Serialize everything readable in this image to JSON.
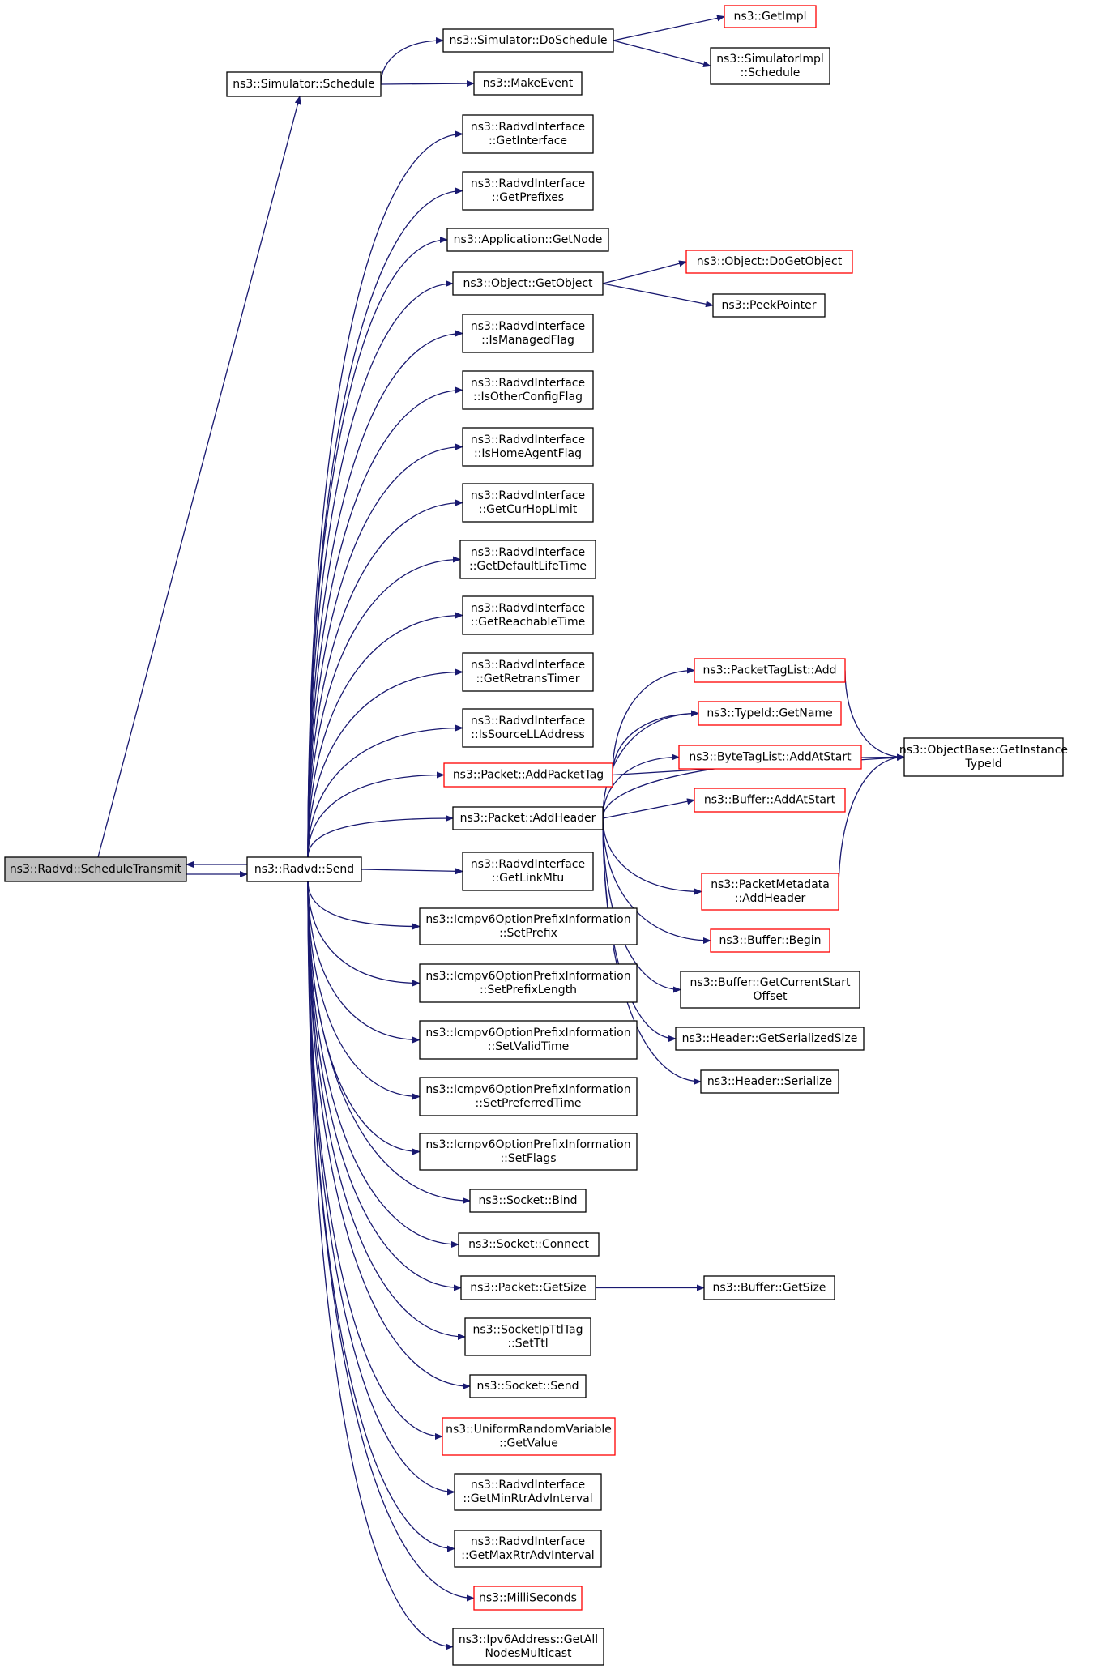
{
  "colors": {
    "edge": "#191970",
    "box_border": "#000000",
    "box_border_truncated": "#ff0000",
    "root_fill": "#bfbfbf",
    "node_fill": "#ffffff"
  },
  "nodes": [
    {
      "id": "schedule-transmit",
      "lines": [
        "ns3::Radvd::ScheduleTransmit"
      ],
      "root": true
    },
    {
      "id": "radvd-send",
      "lines": [
        "ns3::Radvd::Send"
      ]
    },
    {
      "id": "simulator-schedule",
      "lines": [
        "ns3::Simulator::Schedule"
      ]
    },
    {
      "id": "simulator-doschedule",
      "lines": [
        "ns3::Simulator::DoSchedule"
      ]
    },
    {
      "id": "getimpl",
      "lines": [
        "ns3::GetImpl"
      ],
      "truncated": true
    },
    {
      "id": "simulatorimpl-schedule",
      "lines": [
        "ns3::SimulatorImpl",
        "::Schedule"
      ]
    },
    {
      "id": "makeevent",
      "lines": [
        "ns3::MakeEvent"
      ]
    },
    {
      "id": "getinterface",
      "lines": [
        "ns3::RadvdInterface",
        "::GetInterface"
      ]
    },
    {
      "id": "getprefixes",
      "lines": [
        "ns3::RadvdInterface",
        "::GetPrefixes"
      ]
    },
    {
      "id": "application-getnode",
      "lines": [
        "ns3::Application::GetNode"
      ]
    },
    {
      "id": "object-getobject",
      "lines": [
        "ns3::Object::GetObject"
      ]
    },
    {
      "id": "object-dogetobject",
      "lines": [
        "ns3::Object::DoGetObject"
      ],
      "truncated": true
    },
    {
      "id": "peekpointer",
      "lines": [
        "ns3::PeekPointer"
      ]
    },
    {
      "id": "ismanagedflag",
      "lines": [
        "ns3::RadvdInterface",
        "::IsManagedFlag"
      ]
    },
    {
      "id": "isotherconfigflag",
      "lines": [
        "ns3::RadvdInterface",
        "::IsOtherConfigFlag"
      ]
    },
    {
      "id": "ishomeagentflag",
      "lines": [
        "ns3::RadvdInterface",
        "::IsHomeAgentFlag"
      ]
    },
    {
      "id": "getcurhoplimit",
      "lines": [
        "ns3::RadvdInterface",
        "::GetCurHopLimit"
      ]
    },
    {
      "id": "getdefaultlifetime",
      "lines": [
        "ns3::RadvdInterface",
        "::GetDefaultLifeTime"
      ]
    },
    {
      "id": "getreachabletime",
      "lines": [
        "ns3::RadvdInterface",
        "::GetReachableTime"
      ]
    },
    {
      "id": "getretranstimer",
      "lines": [
        "ns3::RadvdInterface",
        "::GetRetransTimer"
      ]
    },
    {
      "id": "issourcelladdress",
      "lines": [
        "ns3::RadvdInterface",
        "::IsSourceLLAddress"
      ]
    },
    {
      "id": "packet-addpackettag",
      "lines": [
        "ns3::Packet::AddPacketTag"
      ],
      "truncated": true
    },
    {
      "id": "packettaglist-add",
      "lines": [
        "ns3::PacketTagList::Add"
      ],
      "truncated": true
    },
    {
      "id": "typeid-getname",
      "lines": [
        "ns3::TypeId::GetName"
      ],
      "truncated": true
    },
    {
      "id": "bytetaglist-addatstart",
      "lines": [
        "ns3::ByteTagList::AddAtStart"
      ],
      "truncated": true
    },
    {
      "id": "buffer-addatstart",
      "lines": [
        "ns3::Buffer::AddAtStart"
      ],
      "truncated": true
    },
    {
      "id": "objectbase-getinstancetypeid",
      "lines": [
        "ns3::ObjectBase::GetInstance",
        "TypeId"
      ]
    },
    {
      "id": "packet-addheader",
      "lines": [
        "ns3::Packet::AddHeader"
      ]
    },
    {
      "id": "packetmetadata-addheader",
      "lines": [
        "ns3::PacketMetadata",
        "::AddHeader"
      ],
      "truncated": true
    },
    {
      "id": "buffer-begin",
      "lines": [
        "ns3::Buffer::Begin"
      ],
      "truncated": true
    },
    {
      "id": "buffer-getcurrentstartoffset",
      "lines": [
        "ns3::Buffer::GetCurrentStart",
        "Offset"
      ]
    },
    {
      "id": "header-getserializedsize",
      "lines": [
        "ns3::Header::GetSerializedSize"
      ]
    },
    {
      "id": "header-serialize",
      "lines": [
        "ns3::Header::Serialize"
      ]
    },
    {
      "id": "getlinkmtu",
      "lines": [
        "ns3::RadvdInterface",
        "::GetLinkMtu"
      ]
    },
    {
      "id": "setprefix",
      "lines": [
        "ns3::Icmpv6OptionPrefixInformation",
        "::SetPrefix"
      ]
    },
    {
      "id": "setprefixlength",
      "lines": [
        "ns3::Icmpv6OptionPrefixInformation",
        "::SetPrefixLength"
      ]
    },
    {
      "id": "setvalidtime",
      "lines": [
        "ns3::Icmpv6OptionPrefixInformation",
        "::SetValidTime"
      ]
    },
    {
      "id": "setpreferredtime",
      "lines": [
        "ns3::Icmpv6OptionPrefixInformation",
        "::SetPreferredTime"
      ]
    },
    {
      "id": "setflags",
      "lines": [
        "ns3::Icmpv6OptionPrefixInformation",
        "::SetFlags"
      ]
    },
    {
      "id": "socket-bind",
      "lines": [
        "ns3::Socket::Bind"
      ]
    },
    {
      "id": "socket-connect",
      "lines": [
        "ns3::Socket::Connect"
      ]
    },
    {
      "id": "packet-getsize",
      "lines": [
        "ns3::Packet::GetSize"
      ]
    },
    {
      "id": "buffer-getsize",
      "lines": [
        "ns3::Buffer::GetSize"
      ]
    },
    {
      "id": "socketipttltag-setttl",
      "lines": [
        "ns3::SocketIpTtlTag",
        "::SetTtl"
      ]
    },
    {
      "id": "socket-send",
      "lines": [
        "ns3::Socket::Send"
      ]
    },
    {
      "id": "uniformrandomvariable-getvalue",
      "lines": [
        "ns3::UniformRandomVariable",
        "::GetValue"
      ],
      "truncated": true
    },
    {
      "id": "getminrtradvinterval",
      "lines": [
        "ns3::RadvdInterface",
        "::GetMinRtrAdvInterval"
      ]
    },
    {
      "id": "getmaxrtradvinterval",
      "lines": [
        "ns3::RadvdInterface",
        "::GetMaxRtrAdvInterval"
      ]
    },
    {
      "id": "milliseconds",
      "lines": [
        "ns3::MilliSeconds"
      ],
      "truncated": true
    },
    {
      "id": "ipv6address-getallnodesmulticast",
      "lines": [
        "ns3::Ipv6Address::GetAll",
        "NodesMulticast"
      ]
    }
  ],
  "edges": [
    [
      "schedule-transmit",
      "radvd-send"
    ],
    [
      "schedule-transmit",
      "simulator-schedule"
    ],
    [
      "radvd-send",
      "schedule-transmit"
    ],
    [
      "simulator-schedule",
      "simulator-doschedule"
    ],
    [
      "simulator-schedule",
      "makeevent"
    ],
    [
      "simulator-doschedule",
      "getimpl"
    ],
    [
      "simulator-doschedule",
      "simulatorimpl-schedule"
    ],
    [
      "radvd-send",
      "getinterface"
    ],
    [
      "radvd-send",
      "getprefixes"
    ],
    [
      "radvd-send",
      "application-getnode"
    ],
    [
      "radvd-send",
      "object-getobject"
    ],
    [
      "object-getobject",
      "object-dogetobject"
    ],
    [
      "object-getobject",
      "peekpointer"
    ],
    [
      "radvd-send",
      "ismanagedflag"
    ],
    [
      "radvd-send",
      "isotherconfigflag"
    ],
    [
      "radvd-send",
      "ishomeagentflag"
    ],
    [
      "radvd-send",
      "getcurhoplimit"
    ],
    [
      "radvd-send",
      "getdefaultlifetime"
    ],
    [
      "radvd-send",
      "getreachabletime"
    ],
    [
      "radvd-send",
      "getretranstimer"
    ],
    [
      "radvd-send",
      "issourcelladdress"
    ],
    [
      "radvd-send",
      "packet-addpackettag"
    ],
    [
      "packet-addpackettag",
      "packettaglist-add"
    ],
    [
      "packet-addpackettag",
      "typeid-getname"
    ],
    [
      "packet-addpackettag",
      "objectbase-getinstancetypeid"
    ],
    [
      "packettaglist-add",
      "objectbase-getinstancetypeid"
    ],
    [
      "radvd-send",
      "packet-addheader"
    ],
    [
      "packet-addheader",
      "typeid-getname"
    ],
    [
      "packet-addheader",
      "bytetaglist-addatstart"
    ],
    [
      "packet-addheader",
      "buffer-addatstart"
    ],
    [
      "packet-addheader",
      "objectbase-getinstancetypeid"
    ],
    [
      "packet-addheader",
      "packetmetadata-addheader"
    ],
    [
      "packet-addheader",
      "buffer-begin"
    ],
    [
      "packet-addheader",
      "buffer-getcurrentstartoffset"
    ],
    [
      "packet-addheader",
      "header-getserializedsize"
    ],
    [
      "packet-addheader",
      "header-serialize"
    ],
    [
      "packetmetadata-addheader",
      "objectbase-getinstancetypeid"
    ],
    [
      "radvd-send",
      "getlinkmtu"
    ],
    [
      "radvd-send",
      "setprefix"
    ],
    [
      "radvd-send",
      "setprefixlength"
    ],
    [
      "radvd-send",
      "setvalidtime"
    ],
    [
      "radvd-send",
      "setpreferredtime"
    ],
    [
      "radvd-send",
      "setflags"
    ],
    [
      "radvd-send",
      "socket-bind"
    ],
    [
      "radvd-send",
      "socket-connect"
    ],
    [
      "radvd-send",
      "packet-getsize"
    ],
    [
      "packet-getsize",
      "buffer-getsize"
    ],
    [
      "radvd-send",
      "socketipttltag-setttl"
    ],
    [
      "radvd-send",
      "socket-send"
    ],
    [
      "radvd-send",
      "uniformrandomvariable-getvalue"
    ],
    [
      "radvd-send",
      "getminrtradvinterval"
    ],
    [
      "radvd-send",
      "getmaxrtradvinterval"
    ],
    [
      "radvd-send",
      "milliseconds"
    ],
    [
      "radvd-send",
      "ipv6address-getallnodesmulticast"
    ]
  ]
}
